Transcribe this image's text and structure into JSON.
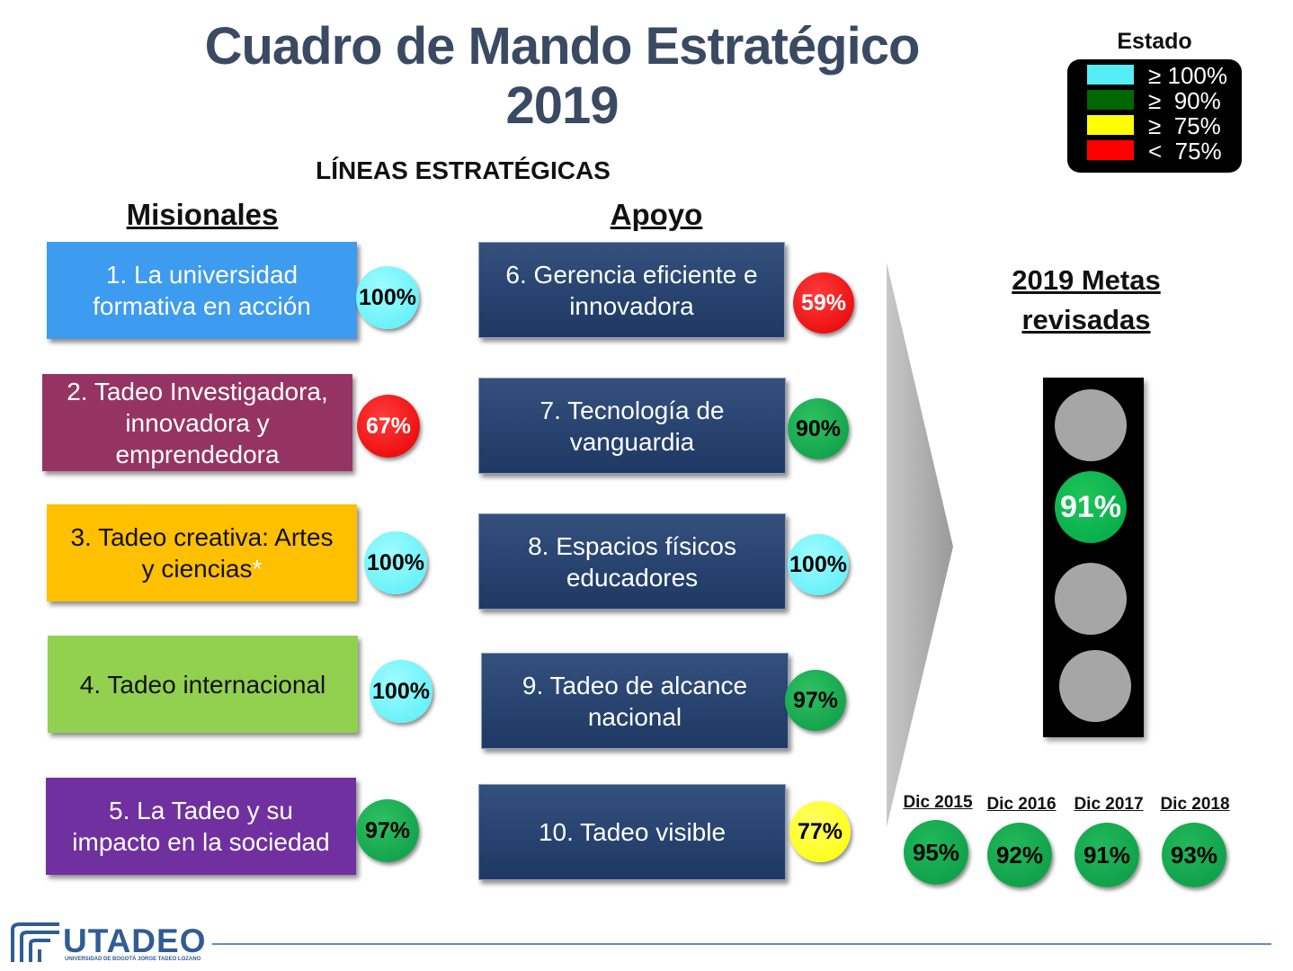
{
  "title": {
    "line1": "Cuadro de Mando Estratégico",
    "line2": "2019"
  },
  "subtitle": "LÍNEAS ESTRATÉGICAS",
  "columns": {
    "misionales": "Misionales",
    "apoyo": "Apoyo"
  },
  "legend": {
    "title": "Estado",
    "items": [
      {
        "label": "≥ 100%",
        "color": "#55eef7"
      },
      {
        "label": "≥  90%",
        "color": "#006600"
      },
      {
        "label": "≥  75%",
        "color": "#ffff00"
      },
      {
        "label": "<  75%",
        "color": "#ff0000"
      }
    ]
  },
  "misionales": [
    {
      "line1": "1. La universidad",
      "line2": "formativa en acción",
      "line3": "",
      "value": "100%",
      "status": "cyan",
      "color": "#3d9bf0"
    },
    {
      "line1": "2. Tadeo Investigadora,",
      "line2": "innovadora y",
      "line3": "emprendedora",
      "value": "67%",
      "status": "red",
      "color": "#953463"
    },
    {
      "line1": "3. Tadeo creativa: Artes",
      "line2": "y ciencias",
      "mark": "*",
      "line3": "",
      "value": "100%",
      "status": "cyan",
      "color": "#ffc000"
    },
    {
      "line1": "4. Tadeo internacional",
      "line2": "",
      "line3": "",
      "value": "100%",
      "status": "cyan",
      "color": "#92d050"
    },
    {
      "line1": "5. La Tadeo y su",
      "line2": "impacto en la sociedad",
      "line3": "",
      "value": "97%",
      "status": "green",
      "color": "#7030a0"
    }
  ],
  "apoyo": [
    {
      "line1": "6. Gerencia eficiente e",
      "line2": "innovadora",
      "value": "59%",
      "status": "red"
    },
    {
      "line1": "7. Tecnología de",
      "line2": "vanguardia",
      "value": "90%",
      "status": "green"
    },
    {
      "line1": "8. Espacios físicos",
      "line2": "educadores",
      "value": "100%",
      "status": "cyan"
    },
    {
      "line1": "9. Tadeo de alcance",
      "line2": "nacional",
      "value": "97%",
      "status": "green"
    },
    {
      "line1": "10. Tadeo visible",
      "line2": "",
      "value": "77%",
      "status": "yellow"
    }
  ],
  "metas": {
    "line1": "2019 Metas",
    "line2": "revisadas",
    "value": "91%",
    "active_light": 2
  },
  "history": [
    {
      "label": "Dic 2015",
      "value": "95%"
    },
    {
      "label": "Dic 2016",
      "value": "92%"
    },
    {
      "label": "Dic 2017",
      "value": "91%"
    },
    {
      "label": "Dic 2018",
      "value": "93%"
    }
  ],
  "logo": {
    "name": "UTADEO",
    "tagline": "UNIVERSIDAD DE BOGOTÁ JORGE TADEO LOZANO"
  }
}
